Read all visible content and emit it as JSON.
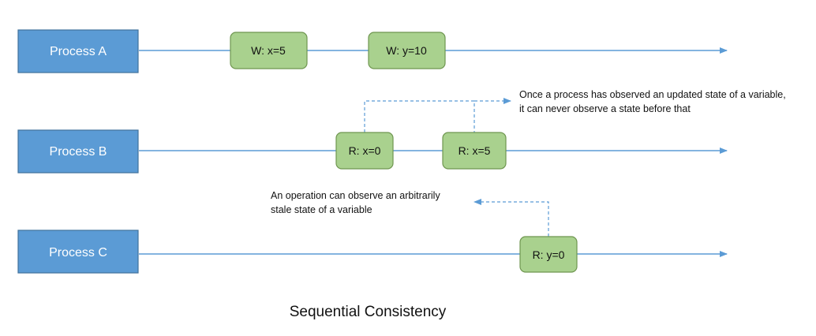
{
  "processes": [
    {
      "label": "Process A"
    },
    {
      "label": "Process B"
    },
    {
      "label": "Process C"
    }
  ],
  "operations": [
    {
      "label": "W: x=5",
      "process": "Process A"
    },
    {
      "label": "W: y=10",
      "process": "Process A"
    },
    {
      "label": "R: x=0",
      "process": "Process B"
    },
    {
      "label": "R: x=5",
      "process": "Process B"
    },
    {
      "label": "R: y=0",
      "process": "Process C"
    }
  ],
  "annotations": {
    "monotonic": {
      "line1": "Once a process has observed an updated state of a variable,",
      "line2": "it can never observe a state before that"
    },
    "stale": {
      "line1": "An operation can observe an arbitrarily",
      "line2": "stale state of a variable"
    }
  },
  "caption": "Sequential Consistency",
  "colors": {
    "process_fill": "#5B9BD5",
    "operation_fill": "#A9D18E",
    "line": "#5B9BD5"
  }
}
